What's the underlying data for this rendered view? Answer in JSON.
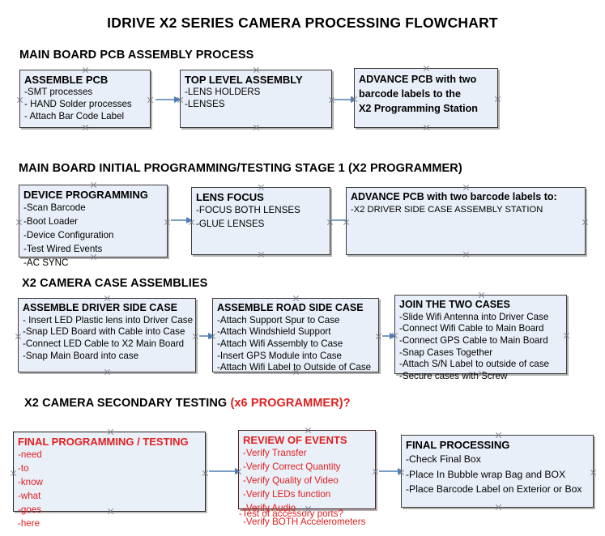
{
  "document": {
    "title": "IDRIVE X2  SERIES CAMERA PROCESSING FLOWCHART"
  },
  "sections": [
    {
      "id": "main-board-pcb-assembly",
      "heading": "MAIN BOARD PCB ASSEMBLY PROCESS",
      "heading_red": "",
      "boxes": [
        {
          "id": "assemble-pcb",
          "title": "ASSEMBLE PCB",
          "lines": [
            "-SMT processes",
            "- HAND Solder processes",
            "- Attach Bar Code Label"
          ]
        },
        {
          "id": "top-level-assembly",
          "title": "TOP LEVEL ASSEMBLY",
          "lines": [
            "-LENS HOLDERS",
            "-LENSES"
          ]
        },
        {
          "id": "advance-pcb-programming-station",
          "title": "",
          "lines": [
            "ADVANCE PCB with two",
            "barcode labels to the",
            " X2 Programming Station"
          ]
        }
      ]
    },
    {
      "id": "main-board-initial-programming",
      "heading": "MAIN BOARD INITIAL PROGRAMMING/TESTING STAGE 1 (X2 PROGRAMMER)",
      "heading_red": "",
      "boxes": [
        {
          "id": "device-programming",
          "title": "DEVICE PROGRAMMING",
          "lines": [
            "-Scan Barcode",
            "-Boot Loader",
            "-Device Configuration",
            "-Test Wired Events",
            "-AC SYNC"
          ]
        },
        {
          "id": "lens-focus",
          "title": "LENS FOCUS",
          "lines": [
            "-FOCUS BOTH LENSES",
            "-GLUE LENSES"
          ]
        },
        {
          "id": "advance-pcb-driver-side-case",
          "title": "ADVANCE PCB with two barcode labels to:",
          "lines": [
            "-X2 DRIVER  SIDE  CASE  ASSEMBLY STATION"
          ]
        }
      ]
    },
    {
      "id": "x2-camera-case-assemblies",
      "heading": "X2 CAMERA CASE ASSEMBLIES",
      "heading_red": "",
      "boxes": [
        {
          "id": "assemble-driver-side-case",
          "title": "ASSEMBLE DRIVER SIDE CASE",
          "lines": [
            "- Insert LED Plastic lens into Driver Case",
            "-Snap LED Board with Cable into Case",
            "-Connect LED Cable to X2 Main Board",
            "-Snap Main Board into case"
          ]
        },
        {
          "id": "assemble-road-side-case",
          "title": "ASSEMBLE ROAD SIDE CASE",
          "lines": [
            "-Attach Support Spur to Case",
            "-Attach Windshield Support",
            "-Attach Wifi Assembly to Case",
            "-Insert GPS Module into Case",
            "-Attach Wifi Label to Outside of Case"
          ]
        },
        {
          "id": "join-the-two-cases",
          "title": "JOIN THE TWO CASES",
          "lines": [
            "-Slide Wifi Antenna into Driver Case",
            "-Connect Wifi Cable to Main Board",
            "-Connect GPS Cable to Main Board",
            "-Snap Cases Together",
            "-Attach S/N Label to outside of case",
            "-Secure cases with Screw"
          ]
        }
      ]
    },
    {
      "id": "x2-camera-secondary-testing",
      "heading": "X2 CAMERA SECONDARY TESTING ",
      "heading_red": "(x6 PROGRAMMER)?",
      "boxes": [
        {
          "id": "final-programming-testing",
          "title": "FINAL PROGRAMMING / TESTING",
          "lines": [
            "-need",
            "-to",
            "-know",
            "-what",
            "-goes",
            "-here"
          ]
        },
        {
          "id": "review-of-events",
          "title": "REVIEW OF EVENTS",
          "lines": [
            "-Verify Transfer",
            "-Verify Correct Quantity",
            "-Verify Quality of Video",
            "-Verify LEDs function",
            "-Verify Audio",
            "-Verify BOTH Accelerometers",
            "-Test of accessory ports?"
          ]
        },
        {
          "id": "final-processing",
          "title": "FINAL PROCESSING",
          "lines": [
            " -Check Final Box",
            "-Place In Bubble wrap Bag and BOX",
            "-Place Barcode Label on Exterior or Box"
          ]
        }
      ]
    }
  ],
  "colors": {
    "box_fill": "#e9eff8",
    "box_border": "#3b3b3b",
    "connector": "#7a9ec4",
    "arrow_head": "#4a7ebb",
    "accent_red": "#e02020",
    "text": "#000000"
  }
}
